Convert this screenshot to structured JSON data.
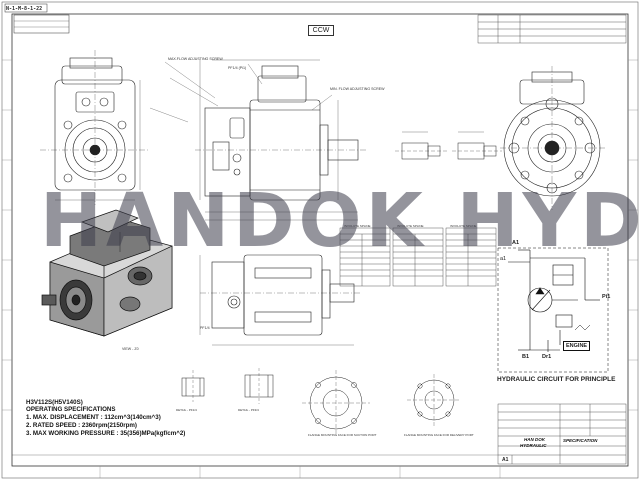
{
  "header": {
    "doc_tag": "N-1-M-8-1-22",
    "rotation": "CCW"
  },
  "watermark": "HANDOK HYD",
  "specs": {
    "model": "H3V112S(H5V140S)",
    "heading": "OPERATING SPECIFICATIONS",
    "line1": "1. MAX. DISPLACEMENT : 112cm^3(140cm^3)",
    "line2": "2. RATED SPEED : 2360rpm(2150rpm)",
    "line3": "3. MAX WORKING PRESSURE : 35(356)MPa(kgf/cm^2)"
  },
  "callouts": {
    "pf14_pi1": "PF1/4 (Pi1)",
    "max_flow_screw": "MAX.FLOW ADJUSTING SCREW",
    "min_flow_screw": "MIN. FLOW ADJUSTING SCREW",
    "pf14": "PF1/4",
    "view_z": "VIEW - Z0",
    "detail_pf14": "DETAIL - PF1/4",
    "detail_pf34": "DETAIL - PF3/4",
    "suction_flange": "FLANGE MOUNTING FACE FOR SUCTION PORT",
    "delivery_flange": "FLANGE MOUNTING FACE FOR DELIVERY PORT",
    "involute_spline": "INVOLUTE SPLINE"
  },
  "hydraulic": {
    "title": "HYDRAULIC CIRCUIT FOR PRINCIPLE",
    "port_a1": "A1",
    "port_a1_small": "a1",
    "port_pi1": "Pi1",
    "port_b1": "B1",
    "port_dr1": "Dr1",
    "engine": "ENGINE"
  },
  "titleblock": {
    "company_line1": "HAN DOK",
    "company_line2": "HYDRAULIC",
    "doc_type": "SPECIFICATION",
    "size": "A1"
  }
}
